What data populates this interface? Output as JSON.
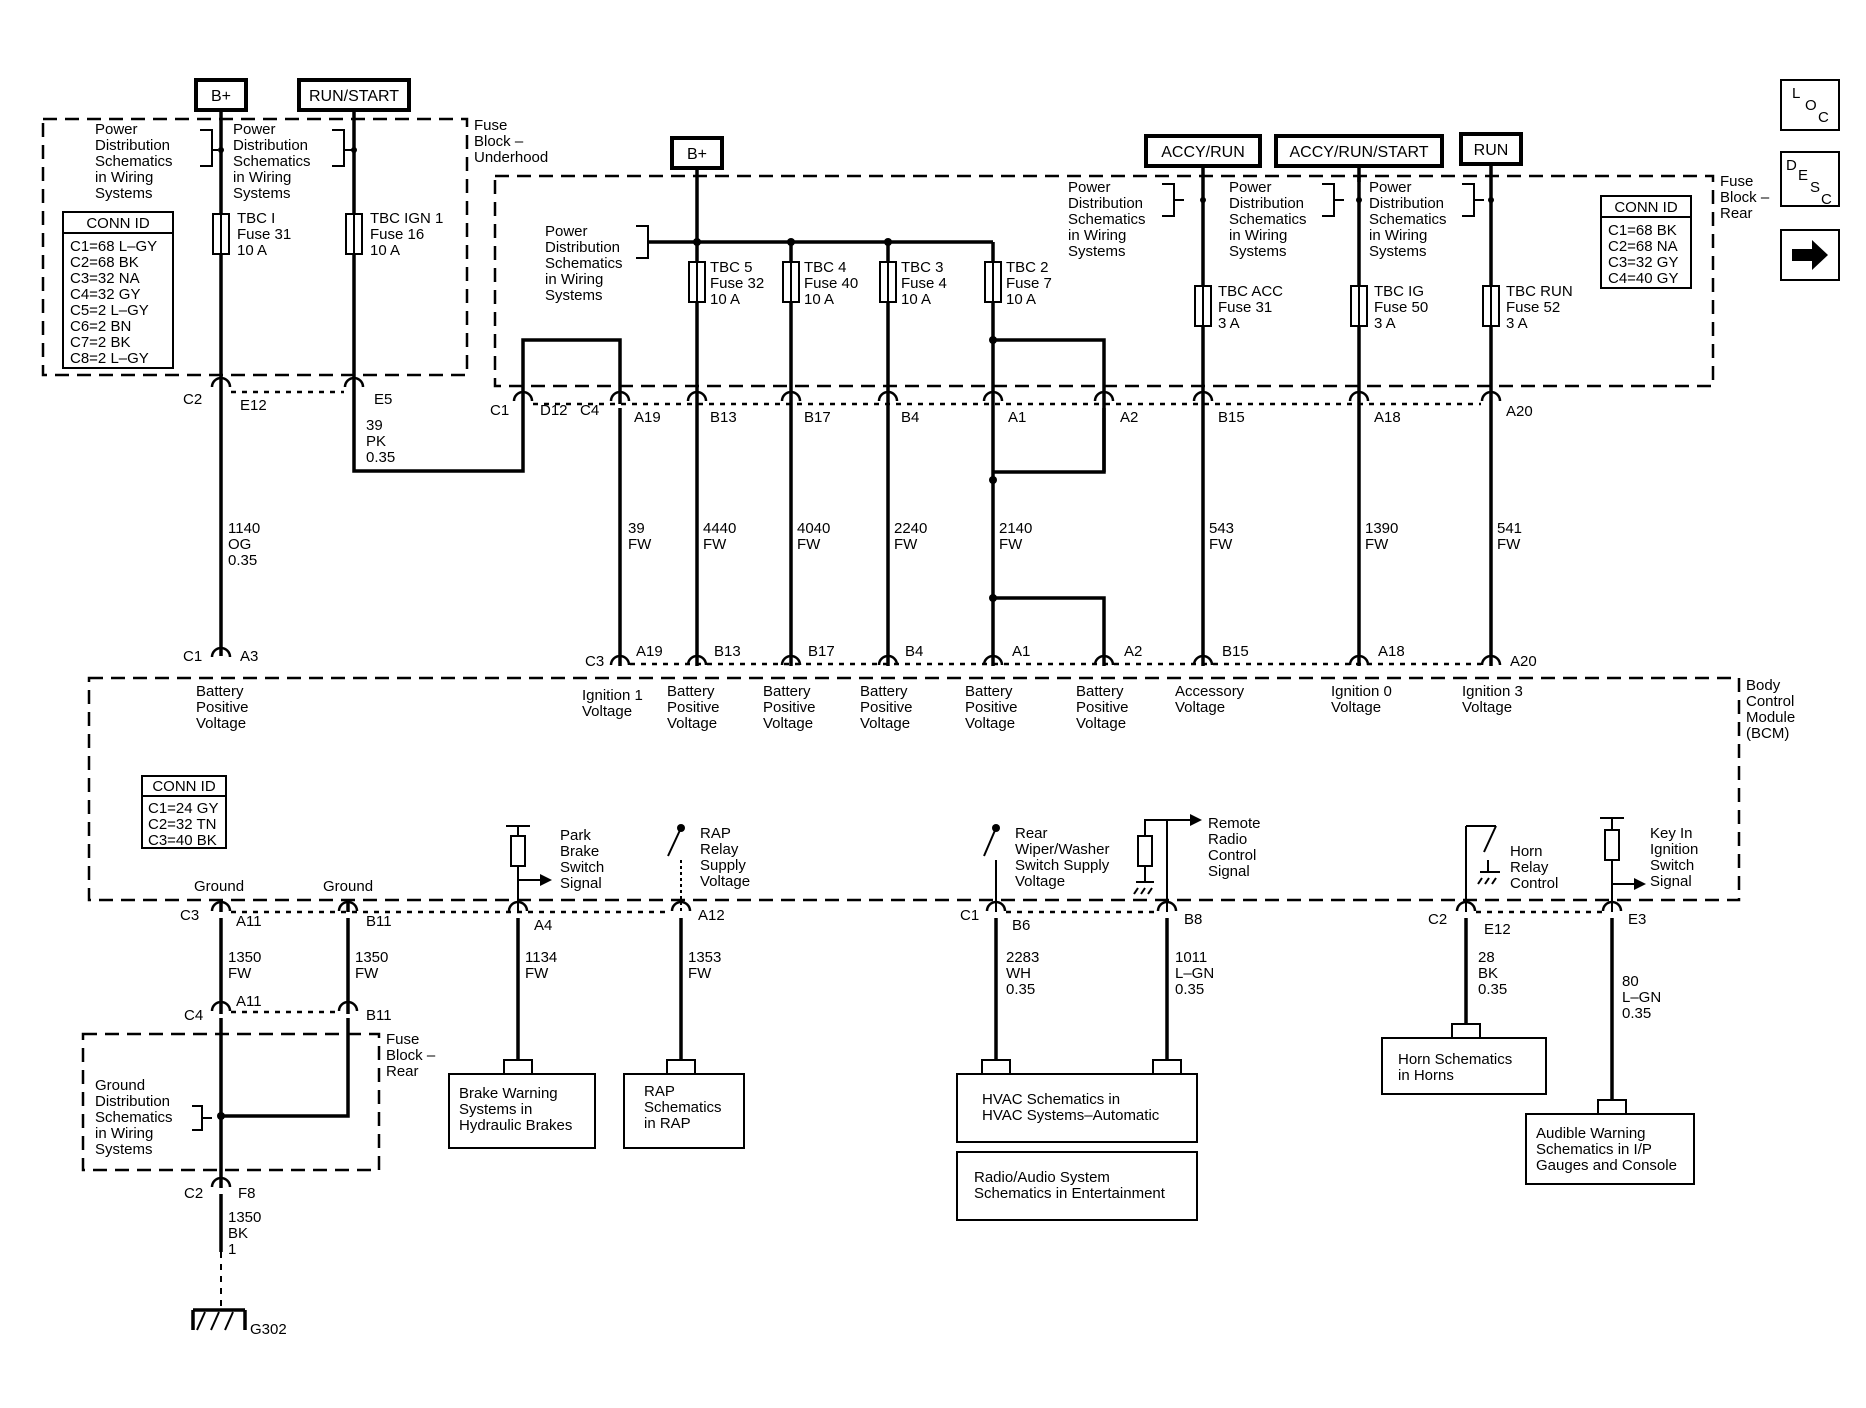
{
  "nav": {
    "loc": [
      "L",
      "O",
      "C"
    ],
    "desc": [
      "D",
      "E",
      "S",
      "C"
    ],
    "next_icon": "arrow-right-icon"
  },
  "power": {
    "b_plus_1": "B+",
    "run_start": "RUN/START",
    "b_plus_2": "B+",
    "accy_run": "ACCY/RUN",
    "accy_run_start": "ACCY/RUN/START",
    "run": "RUN"
  },
  "pd": [
    "Power",
    "Distribution",
    "Schematics",
    "in Wiring",
    "Systems"
  ],
  "fb_underhood": [
    "Fuse",
    "Block –",
    "Underhood"
  ],
  "fb_rear_top": [
    "Fuse",
    "Block –",
    "Rear"
  ],
  "fb_rear_bot": [
    "Fuse",
    "Block –",
    "Rear"
  ],
  "bcm": [
    "Body",
    "Control",
    "Module",
    "(BCM)"
  ],
  "conn1": {
    "title": "CONN ID",
    "rows": [
      "C1=68 L–GY",
      "C2=68 BK",
      "C3=32 NA",
      "C4=32 GY",
      "C5=2 L–GY",
      "C6=2 BN",
      "C7=2 BK",
      "C8=2 L–GY"
    ]
  },
  "conn2": {
    "title": "CONN ID",
    "rows": [
      "C1=68 BK",
      "C2=68 NA",
      "C3=32 GY",
      "C4=40 GY"
    ]
  },
  "conn3": {
    "title": "CONN ID",
    "rows": [
      "C1=24 GY",
      "C2=32 TN",
      "C3=40 BK"
    ]
  },
  "fuses": {
    "tbci": [
      "TBC I",
      "Fuse 31",
      "10 A"
    ],
    "tbcign1": [
      "TBC IGN 1",
      "Fuse 16",
      "10 A"
    ],
    "tbc5": [
      "TBC 5",
      "Fuse 32",
      "10 A"
    ],
    "tbc4": [
      "TBC 4",
      "Fuse 40",
      "10 A"
    ],
    "tbc3": [
      "TBC 3",
      "Fuse 4",
      "10 A"
    ],
    "tbc2": [
      "TBC 2",
      "Fuse 7",
      "10 A"
    ],
    "tbcacc": [
      "TBC ACC",
      "Fuse 31",
      "3 A"
    ],
    "tbcig": [
      "TBC IG",
      "Fuse 50",
      "3 A"
    ],
    "tbcrun": [
      "TBC RUN",
      "Fuse 52",
      "3 A"
    ]
  },
  "conn_labels": {
    "c2": "C2",
    "e12": "E12",
    "e5": "E5",
    "c1": "C1",
    "d12": "D12",
    "c4": "C4",
    "c1b": "C1",
    "a3": "A3",
    "c3": "C3",
    "c3b": "C3",
    "c4b": "C4",
    "c2b": "C2",
    "f8": "F8",
    "c1c": "C1",
    "c2c": "C2",
    "a11": "A11",
    "b11": "B11",
    "a11b": "A11",
    "b11b": "B11",
    "a4": "A4",
    "a12": "A12",
    "b6": "B6",
    "b8": "B8",
    "e12b": "E12",
    "e3": "E3"
  },
  "pins_top": [
    "A19",
    "B13",
    "B17",
    "B4",
    "A1",
    "A2",
    "B15",
    "A18",
    "A20"
  ],
  "pins_bot": [
    "A19",
    "B13",
    "B17",
    "B4",
    "A1",
    "A2",
    "B15",
    "A18",
    "A20"
  ],
  "wires": {
    "w39pk": [
      "39",
      "PK",
      "0.35"
    ],
    "w1140": [
      "1140",
      "OG",
      "0.35"
    ],
    "w39fw": [
      "39",
      "FW"
    ],
    "w4440": [
      "4440",
      "FW"
    ],
    "w4040": [
      "4040",
      "FW"
    ],
    "w2240": [
      "2240",
      "FW"
    ],
    "w2140": [
      "2140",
      "FW"
    ],
    "w543": [
      "543",
      "FW"
    ],
    "w1390": [
      "1390",
      "FW"
    ],
    "w541": [
      "541",
      "FW"
    ],
    "w1350a": [
      "1350",
      "FW"
    ],
    "w1350b": [
      "1350",
      "FW"
    ],
    "w1134": [
      "1134",
      "FW"
    ],
    "w1353": [
      "1353",
      "FW"
    ],
    "w2283": [
      "2283",
      "WH",
      "0.35"
    ],
    "w1011": [
      "1011",
      "L–GN",
      "0.35"
    ],
    "w28": [
      "28",
      "BK",
      "0.35"
    ],
    "w80": [
      "80",
      "L–GN",
      "0.35"
    ],
    "w1350c": [
      "1350",
      "BK",
      "1"
    ]
  },
  "bcm_labels": {
    "a3": [
      "Battery",
      "Positive",
      "Voltage"
    ],
    "a19": [
      "Ignition 1",
      "Voltage"
    ],
    "b13": [
      "Battery",
      "Positive",
      "Voltage"
    ],
    "b17": [
      "Battery",
      "Positive",
      "Voltage"
    ],
    "b4": [
      "Battery",
      "Positive",
      "Voltage"
    ],
    "a1": [
      "Battery",
      "Positive",
      "Voltage"
    ],
    "a2": [
      "Battery",
      "Positive",
      "Voltage"
    ],
    "b15": [
      "Accessory",
      "Voltage"
    ],
    "a18": [
      "Ignition 0",
      "Voltage"
    ],
    "a20": [
      "Ignition 3",
      "Voltage"
    ]
  },
  "ground": "Ground",
  "signals": {
    "park": [
      "Park",
      "Brake",
      "Switch",
      "Signal"
    ],
    "rap": [
      "RAP",
      "Relay",
      "Supply",
      "Voltage"
    ],
    "wiper": [
      "Rear",
      "Wiper/Washer",
      "Switch Supply",
      "Voltage"
    ],
    "radio": [
      "Remote",
      "Radio",
      "Control",
      "Signal"
    ],
    "horn": [
      "Horn",
      "Relay",
      "Control"
    ],
    "key": [
      "Key In",
      "Ignition",
      "Switch",
      "Signal"
    ]
  },
  "gd": [
    "Ground",
    "Distribution",
    "Schematics",
    "in Wiring",
    "Systems"
  ],
  "refs": {
    "brake": [
      "Brake Warning",
      "Systems in",
      "Hydraulic Brakes"
    ],
    "rap": [
      "RAP",
      "Schematics",
      "in RAP"
    ],
    "hvac": [
      "HVAC Schematics in",
      "HVAC Systems–Automatic"
    ],
    "radio": [
      "Radio/Audio System",
      "Schematics in Entertainment"
    ],
    "horn": [
      "Horn Schematics",
      "in Horns"
    ],
    "audible": [
      "Audible Warning",
      "Schematics in I/P",
      "Gauges and Console"
    ]
  },
  "g302": "G302"
}
